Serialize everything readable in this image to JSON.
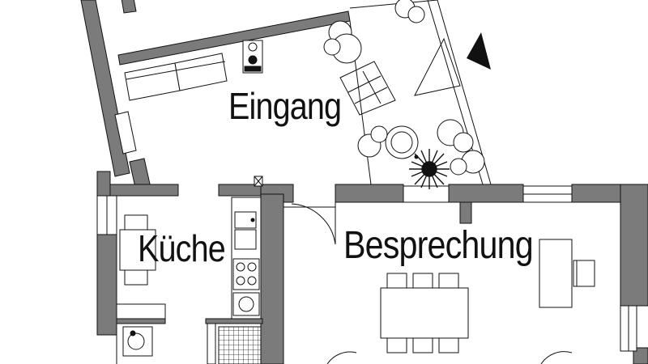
{
  "rooms": {
    "eingang": "Eingang",
    "kueche": "Küche",
    "besprechung": "Besprechung"
  },
  "colors": {
    "wall": "#7b7b7b",
    "line": "#111111",
    "background": "#ffffff"
  },
  "icons": {
    "north_arrow": "triangle-north-arrow",
    "trees": "tree-symbol",
    "plant": "spiky-plant-symbol"
  }
}
